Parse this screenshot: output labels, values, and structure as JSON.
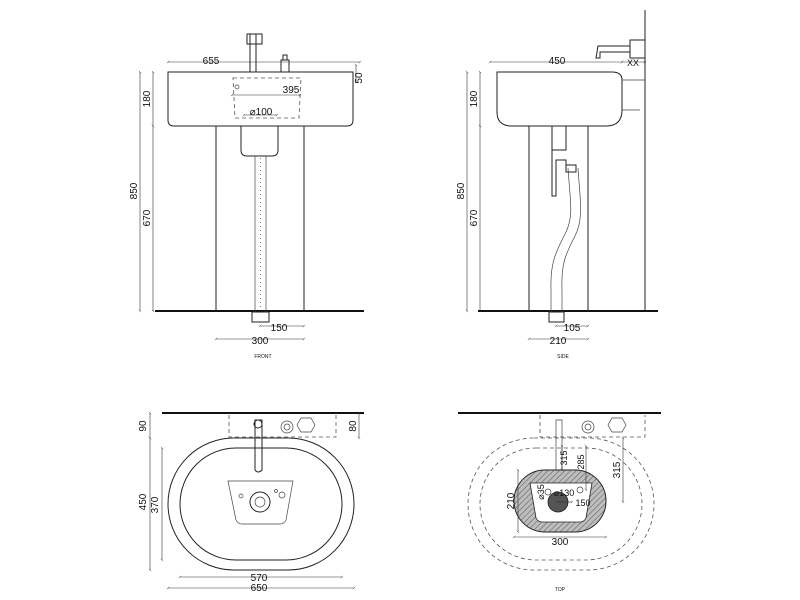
{
  "captions": {
    "front": "FRONT",
    "side": "SIDE",
    "top": "TOP"
  },
  "front": {
    "width": "655",
    "tap_depth": "50",
    "bowl_width": "395",
    "drain": "⌀100",
    "basin_h": "180",
    "total_h": "850",
    "pedestal_h": "670",
    "drain_offset": "150",
    "pedestal_w": "300"
  },
  "side": {
    "depth": "450",
    "tap_gap": "XX",
    "basin_h": "180",
    "total_h": "850",
    "pedestal_h": "670",
    "drain_offset": "105",
    "pedestal_d": "210"
  },
  "plan": {
    "wall_gap": "90",
    "wall_gap_r": "80",
    "outer_d": "450",
    "inner_d": "370",
    "inner_w": "570",
    "outer_w": "650"
  },
  "top": {
    "pipe": "⌀35",
    "drain": "⌀130",
    "d315a": "315",
    "d285": "285",
    "d315b": "315",
    "d210": "210",
    "d150": "150",
    "d300": "300"
  }
}
